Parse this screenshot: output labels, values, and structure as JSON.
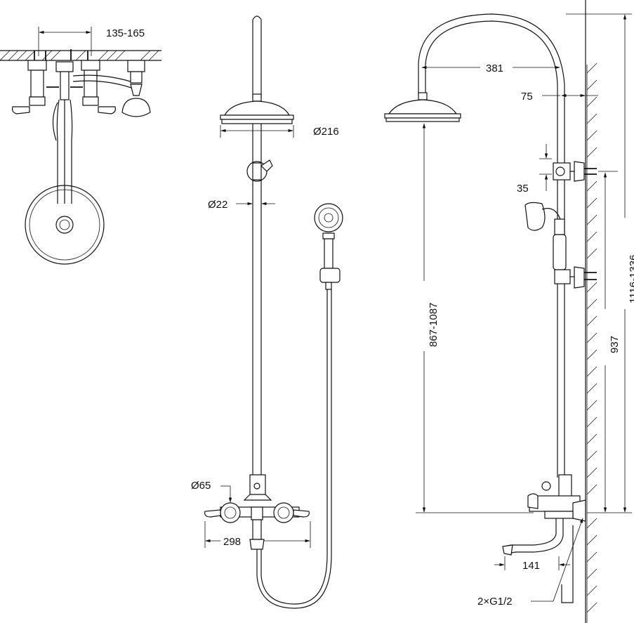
{
  "dimensions": {
    "valve_spacing": "135-165",
    "arm_reach": "381",
    "wall_offset": "75",
    "head_diameter": "Ø216",
    "pipe_diameter": "Ø22",
    "bracket_gap": "35",
    "head_height": "867-1087",
    "total_height": "1116-1336",
    "bracket_height": "937",
    "flange_diameter": "Ø65",
    "handle_span": "298",
    "spout_reach": "141",
    "inlets": "2×G1/2"
  }
}
